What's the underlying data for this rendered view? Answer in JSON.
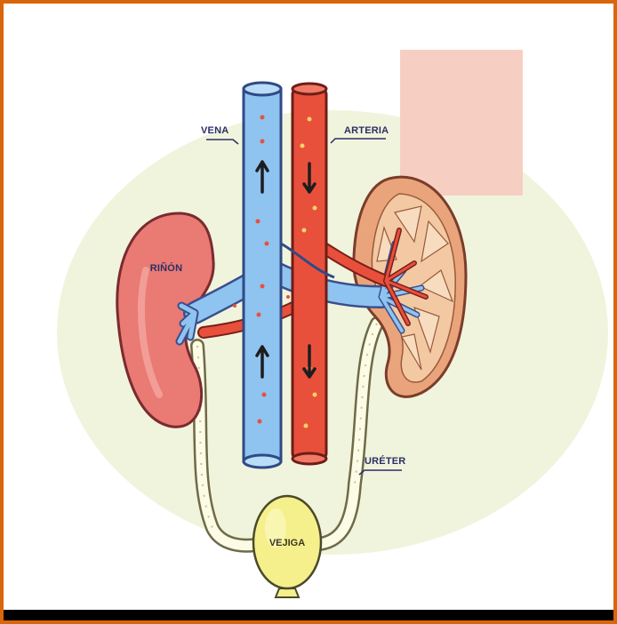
{
  "labels": {
    "vein": "VENA",
    "artery": "ARTERIA",
    "kidney": "RIÑÓN",
    "ureter": "URÉTER",
    "bladder": "VEJIGA"
  },
  "colors": {
    "frame": "#d9660b",
    "background_blob": "#f1f4dc",
    "overlay_square": "#f7cfc2",
    "vein": "#8fc3f0",
    "artery": "#e8503c",
    "kidney_left": "#e97a74",
    "kidney_right": "#eaa47c",
    "bladder": "#f6f08c",
    "ureter": "#fbfbe6"
  }
}
